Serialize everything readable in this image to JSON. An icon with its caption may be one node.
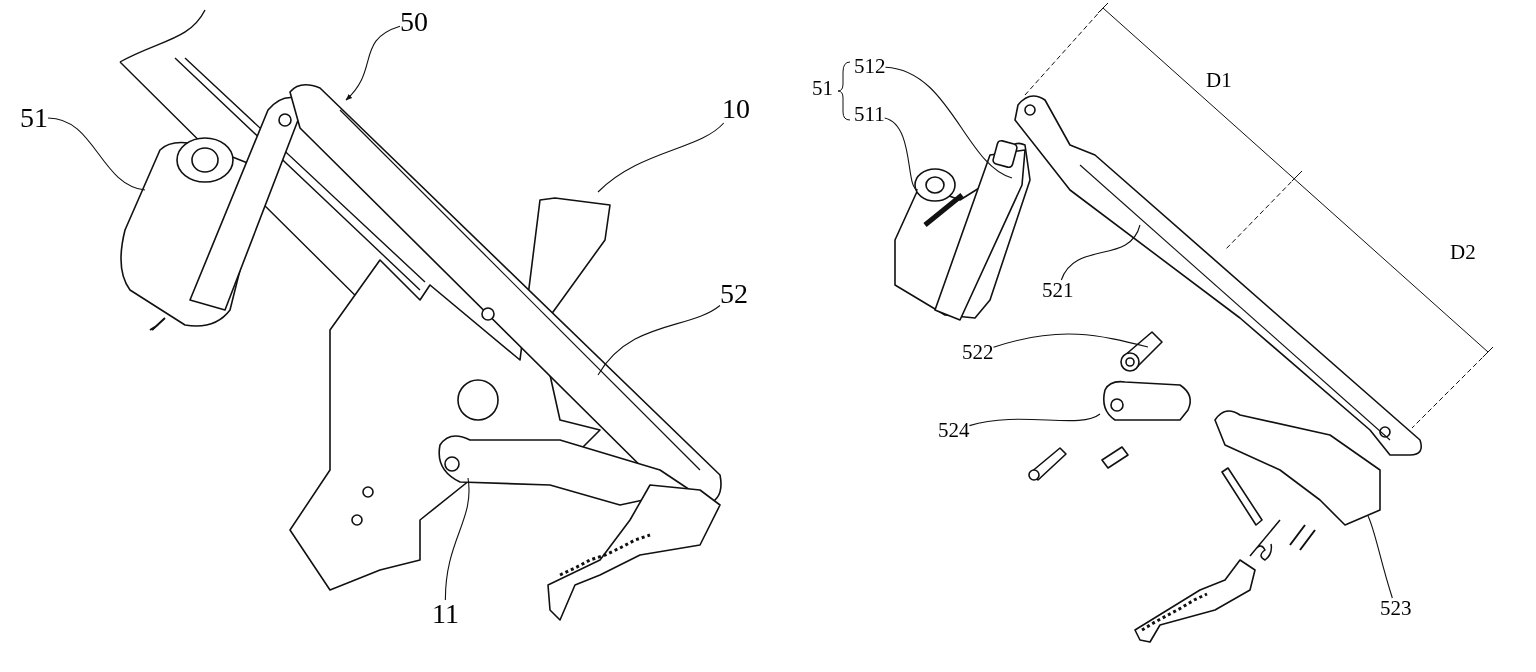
{
  "diagram": {
    "nodes": [
      {
        "text": [
          "51"
        ]
      },
      {
        "text": [
          "50"
        ]
      },
      {
        "text": [
          "10"
        ]
      },
      {
        "text": [
          "52"
        ]
      },
      {
        "text": [
          "11"
        ]
      },
      {
        "text": [
          "512"
        ]
      },
      {
        "text": [
          "511"
        ]
      },
      {
        "text": [
          "521"
        ]
      },
      {
        "text": [
          "522"
        ]
      },
      {
        "text": [
          "524"
        ]
      },
      {
        "text": [
          "523"
        ]
      }
    ],
    "edges": [
      {
        "from": 0,
        "to": null,
        "arrow": "none"
      },
      {
        "from": 1,
        "to": null,
        "arrow": "to"
      },
      {
        "from": 2,
        "to": null,
        "arrow": "none"
      },
      {
        "from": 3,
        "to": null,
        "arrow": "none"
      },
      {
        "from": 4,
        "to": null,
        "arrow": "none"
      },
      {
        "from": 5,
        "to": null,
        "arrow": "none"
      },
      {
        "from": 6,
        "to": null,
        "arrow": "none"
      },
      {
        "from": 7,
        "to": null,
        "arrow": "none"
      },
      {
        "from": 8,
        "to": null,
        "arrow": "none"
      },
      {
        "from": 9,
        "to": null,
        "arrow": "none"
      },
      {
        "from": 10,
        "to": null,
        "arrow": "none"
      }
    ],
    "labels": [
      "51",
      "D1",
      "D2"
    ]
  }
}
